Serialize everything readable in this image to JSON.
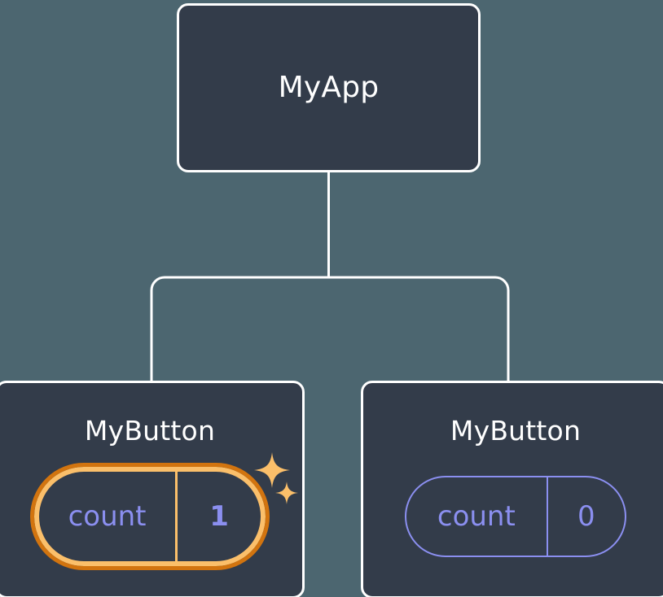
{
  "diagram": {
    "type": "component-tree",
    "background_color": "#4c6670",
    "node_fill_color": "#333c4a",
    "node_border_color": "#ffffff",
    "connector_color": "#ffffff",
    "accent_highlight_color": "#fbbf6a",
    "accent_highlight_outer_color": "#d2740f",
    "state_text_color": "#8b8ff0",
    "sparkle_color": "#fbbf6a"
  },
  "root": {
    "title": "MyApp"
  },
  "children": [
    {
      "title": "MyButton",
      "state": {
        "key": "count",
        "value": "1",
        "highlighted": true,
        "sparkles": [
          "sparkle-large",
          "sparkle-small"
        ]
      }
    },
    {
      "title": "MyButton",
      "state": {
        "key": "count",
        "value": "0",
        "highlighted": false,
        "sparkles": []
      }
    }
  ]
}
